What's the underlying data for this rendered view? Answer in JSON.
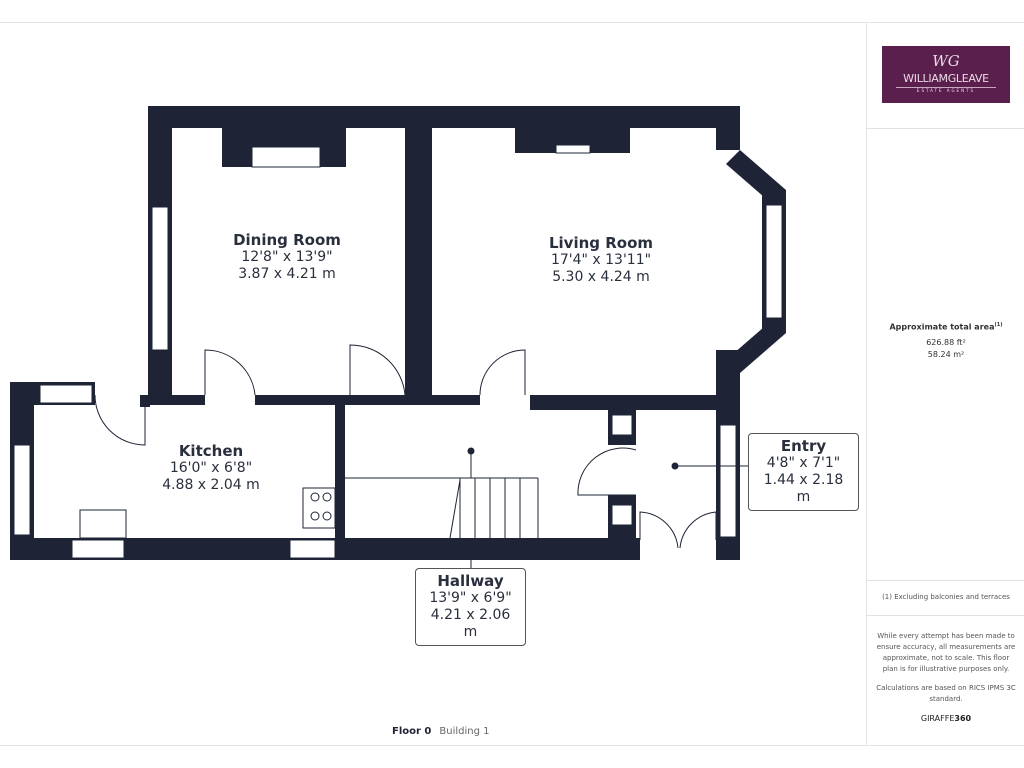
{
  "logo": {
    "mark": "WG",
    "name": "WILLIAMGLEAVE",
    "sub": "ESTATE AGENTS"
  },
  "area": {
    "title": "Approximate total area",
    "footnote_mark": "(1)",
    "sqft": "626.88 ft²",
    "sqm": "58.24 m²"
  },
  "notes": {
    "exclusion": "(1) Excluding balconies and terraces",
    "disclaimer": "While every attempt has been made to ensure accuracy, all measurements are approximate, not to scale. This floor plan is for illustrative purposes only.",
    "standard": "Calculations are based on RICS IPMS 3C standard.",
    "brand_a": "GIRAFFE",
    "brand_b": "360"
  },
  "rooms": [
    {
      "name": "Dining Room",
      "imperial": "12'8\" x 13'9\"",
      "metric": "3.87 x 4.21 m"
    },
    {
      "name": "Living Room",
      "imperial": "17'4\" x 13'11\"",
      "metric": "5.30 x 4.24 m"
    },
    {
      "name": "Kitchen",
      "imperial": "16'0\" x 6'8\"",
      "metric": "4.88 x 2.04 m"
    },
    {
      "name": "Entry",
      "imperial": "4'8\" x 7'1\"",
      "metric": "1.44 x 2.18 m"
    },
    {
      "name": "Hallway",
      "imperial": "13'9\" x 6'9\"",
      "metric": "4.21 x 2.06 m"
    }
  ],
  "footer": {
    "floor": "Floor 0",
    "building": "Building 1"
  },
  "colors": {
    "wall": "#1e2436",
    "brand": "#5b1f4e"
  }
}
